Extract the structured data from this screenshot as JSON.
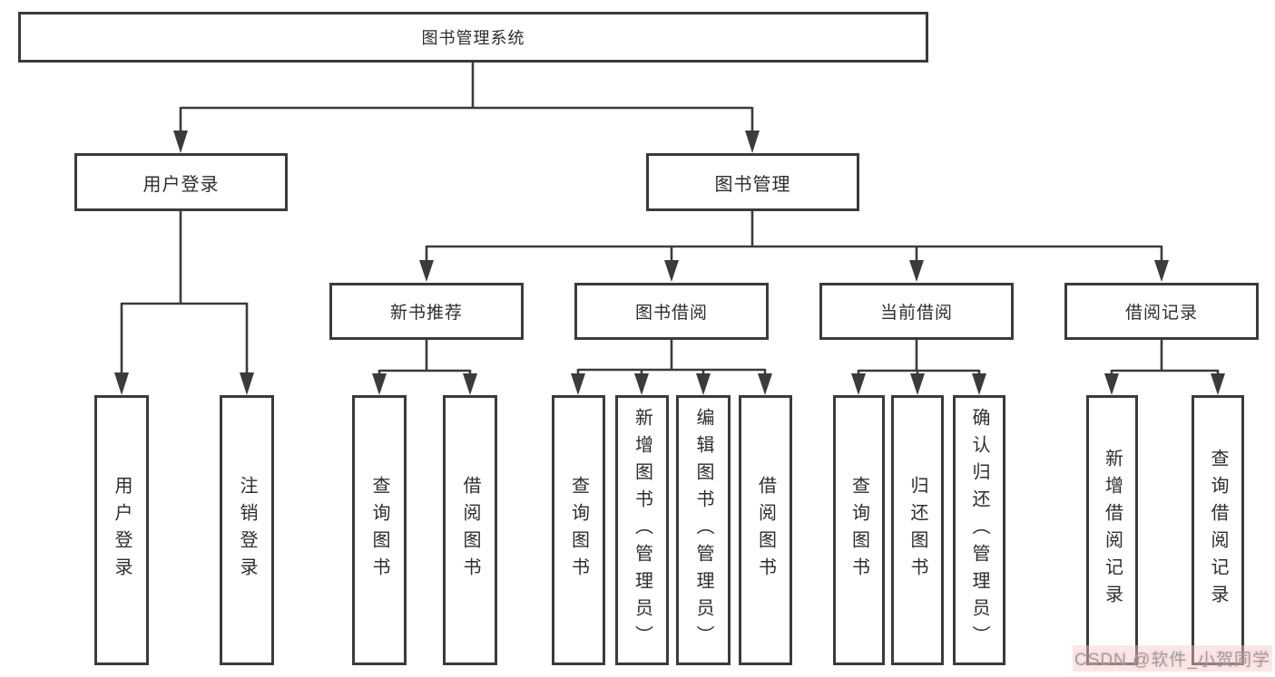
{
  "nodes": {
    "root": "图书管理系统",
    "user_login": "用户登录",
    "book_mgmt": "图书管理",
    "new_book": "新书推荐",
    "book_borrow": "图书借阅",
    "current_borrow": "当前借阅",
    "borrow_record": "借阅记录"
  },
  "leaves": {
    "user_login": [
      "用户登录",
      "注销登录"
    ],
    "new_book": [
      "查询图书",
      "借阅图书"
    ],
    "book_borrow": [
      "查询图书",
      "新增图书（管理员）",
      "编辑图书（管理员）",
      "借阅图书"
    ],
    "current_borrow": [
      "查询图书",
      "归还图书",
      "确认归还（管理员）"
    ],
    "borrow_record": [
      "新增借阅记录",
      "查询借阅记录"
    ]
  },
  "watermark": "CSDN @软件_小贺同学",
  "colors": {
    "line": "#3b3b3b",
    "text": "#2d2d2d",
    "box-bg": "#ffffff",
    "watermark-text": "#9d9d9d"
  }
}
